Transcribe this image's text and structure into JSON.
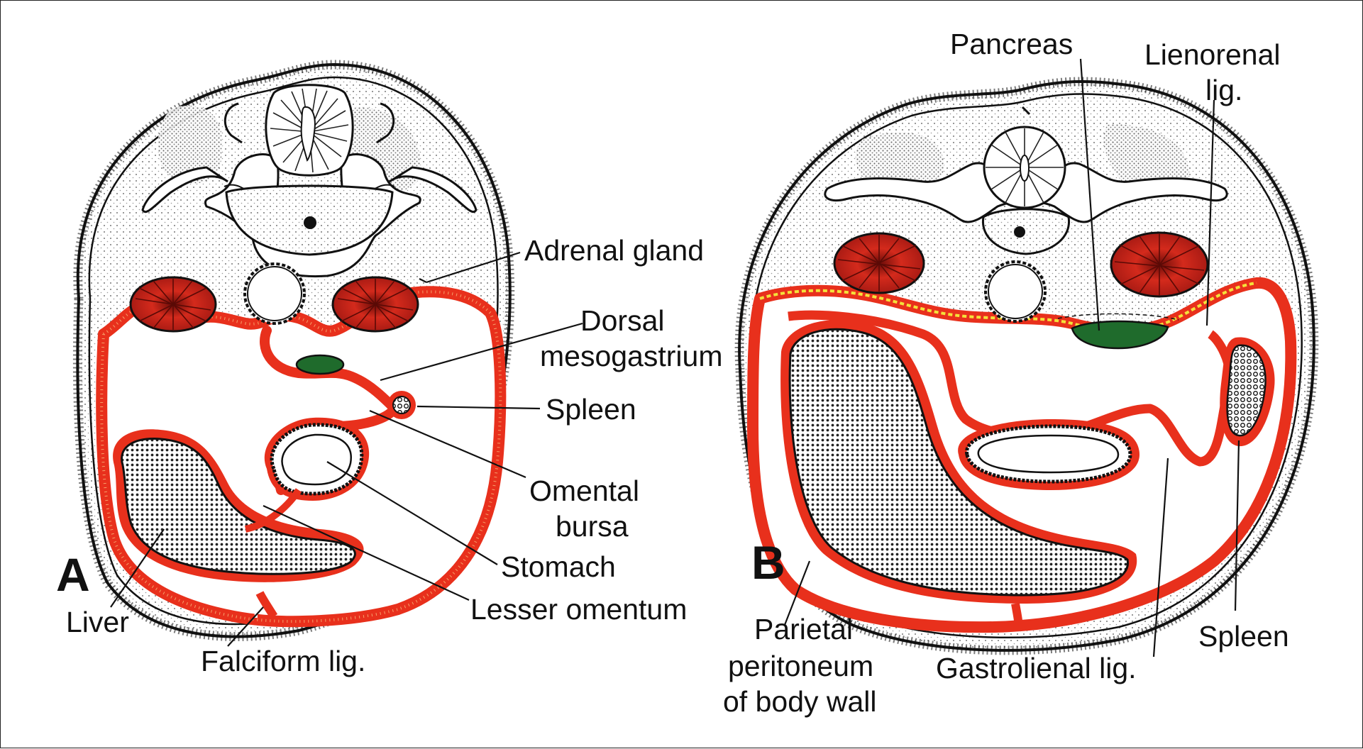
{
  "panels": [
    {
      "letter": "A",
      "labels": {
        "adrenal_gland": "Adrenal gland",
        "dorsal_line1": "Dorsal",
        "dorsal_line2": "mesogastrium",
        "spleen": "Spleen",
        "omental_line1": "Omental",
        "omental_line2": "bursa",
        "stomach": "Stomach",
        "lesser_omentum": "Lesser omentum",
        "liver": "Liver",
        "falciform": "Falciform lig."
      }
    },
    {
      "letter": "B",
      "labels": {
        "pancreas": "Pancreas",
        "lienorenal_line1": "Lienorenal",
        "lienorenal_line2": "lig.",
        "parietal_line1": "Parietal",
        "parietal_line2": "peritoneum",
        "parietal_line3": "of body wall",
        "gastrolienal": "Gastrolienal lig.",
        "spleen": "Spleen"
      }
    }
  ],
  "colors": {
    "peritoneum": "#e8301c",
    "peritoneum_light": "#f5a06a",
    "kidney": "#c4221a",
    "pancreas": "#1f6b2c",
    "ink": "#111111",
    "liver_fill": "#e3e3e3",
    "stipple": "#f4f4f4"
  },
  "icons": [
    "vertebra-icon",
    "spinal-cord-icon",
    "kidney-icon",
    "aorta-icon"
  ]
}
